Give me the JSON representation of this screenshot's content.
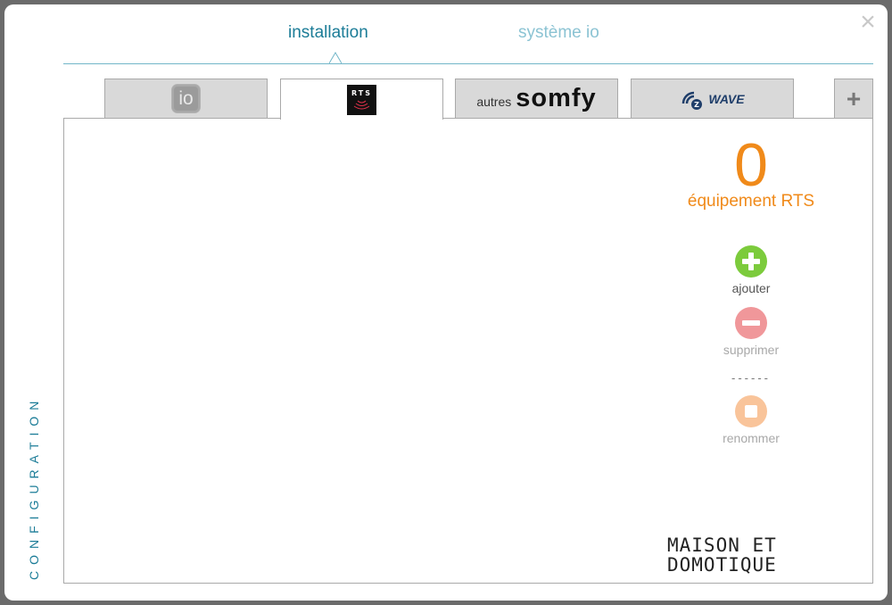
{
  "dialog": {
    "close_symbol": "×",
    "top_tabs": [
      {
        "label": "installation",
        "active": true
      },
      {
        "label": "système io",
        "active": false
      }
    ],
    "side_label": "CONFIGURATION"
  },
  "protocol_tabs": {
    "io": {
      "logo_text": "io",
      "icon": "io-logo-icon"
    },
    "rts": {
      "logo_text": "RTS",
      "icon": "rts-logo-icon",
      "active": true
    },
    "somfy": {
      "prefix": "autres",
      "brand": "somfy"
    },
    "zwave": {
      "brand": "WAVE",
      "icon": "zwave-logo-icon"
    },
    "add": {
      "symbol": "+",
      "icon": "plus-icon"
    }
  },
  "panel": {
    "count": "0",
    "count_label": "équipement RTS",
    "actions": [
      {
        "label": "ajouter",
        "icon": "plus-circle-icon",
        "color": "#7ccb3c",
        "enabled": true
      },
      {
        "label": "supprimer",
        "icon": "minus-circle-icon",
        "color": "#f0979a",
        "enabled": false
      },
      {
        "label": "renommer",
        "icon": "stop-circle-icon",
        "color": "#f9c49a",
        "enabled": false
      }
    ],
    "separator": "------"
  },
  "brand": {
    "line1": "MAISON ET",
    "line2": "DOMOTIQUE"
  },
  "colors": {
    "accent": "#1b7c97",
    "count": "#f08a1a"
  }
}
